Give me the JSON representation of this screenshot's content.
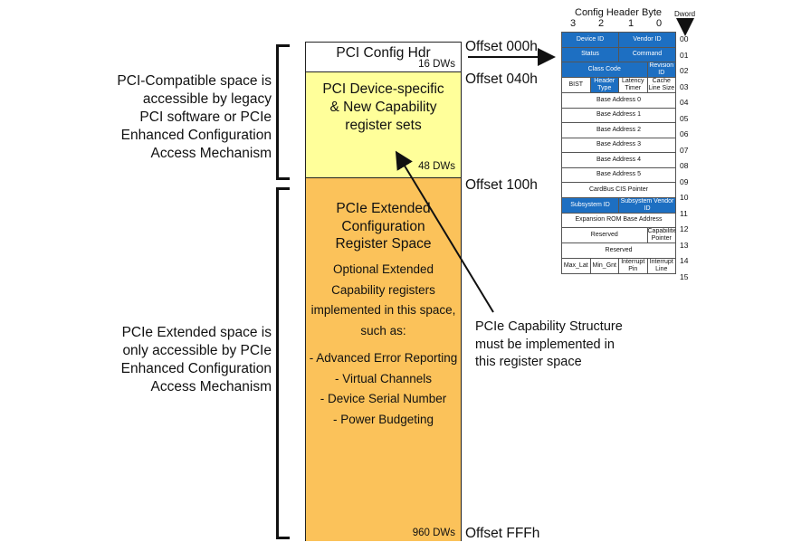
{
  "left_labels": {
    "pci_compatible": [
      "PCI-Compatible space is",
      "accessible by legacy",
      "PCI software or PCIe",
      "Enhanced Configuration",
      "Access Mechanism"
    ],
    "pcie_extended": [
      "PCIe Extended space is",
      "only accessible by PCIe",
      "Enhanced Configuration",
      "Access Mechanism"
    ]
  },
  "blocks": {
    "config_hdr": {
      "title": "PCI Config Hdr",
      "size": "16 DWs"
    },
    "device_specific": {
      "title": [
        "PCI Device-specific",
        "& New Capability",
        "register sets"
      ],
      "size": "48 DWs"
    },
    "extended": {
      "title": [
        "PCIe Extended",
        "Configuration",
        "Register Space"
      ],
      "desc": [
        "Optional Extended",
        "Capability registers",
        "implemented in this space,",
        "such as:"
      ],
      "items": [
        "- Advanced Error Reporting",
        "- Virtual Channels",
        "- Device Serial Number",
        "- Power Budgeting"
      ],
      "size": "960 DWs"
    }
  },
  "offsets": [
    "Offset 000h",
    "Offset 040h",
    "Offset 100h",
    "Offset FFFh"
  ],
  "annotation": [
    "PCIe Capability Structure",
    "must be implemented in",
    "this register space"
  ],
  "config_header": {
    "title": "Config Header Byte",
    "byte_cols": [
      "3",
      "2",
      "1",
      "0"
    ],
    "dword_label": "Dword",
    "dword_nums": [
      "00",
      "01",
      "02",
      "03",
      "04",
      "05",
      "06",
      "07",
      "08",
      "09",
      "10",
      "11",
      "12",
      "13",
      "14",
      "15"
    ],
    "rows": {
      "r00": [
        "Device ID",
        "Vendor ID"
      ],
      "r01": [
        "Status",
        "Command"
      ],
      "r02": [
        "Class Code",
        "Revision ID"
      ],
      "r03": [
        "BIST",
        "Header Type",
        "Latency Timer",
        "Cache Line Size"
      ],
      "r04": "Base Address 0",
      "r05": "Base Address 1",
      "r06": "Base Address 2",
      "r07": "Base Address 3",
      "r08": "Base Address 4",
      "r09": "Base Address 5",
      "r10": "CardBus CIS Pointer",
      "r11": [
        "Subsystem ID",
        "Subsystem Vendor ID"
      ],
      "r12": "Expansion ROM Base Address",
      "r13": [
        "Reserved",
        "Capabilities Pointer"
      ],
      "r14": "Reserved",
      "r15": [
        "Max_Lat",
        "Min_Gnt",
        "Interrupt Pin",
        "Interrupt Line"
      ]
    }
  },
  "colors": {
    "config_hdr": "#ffffff",
    "device_specific": "#ffff9a",
    "extended": "#fbc25a",
    "register_blue": "#1d6fc2"
  }
}
